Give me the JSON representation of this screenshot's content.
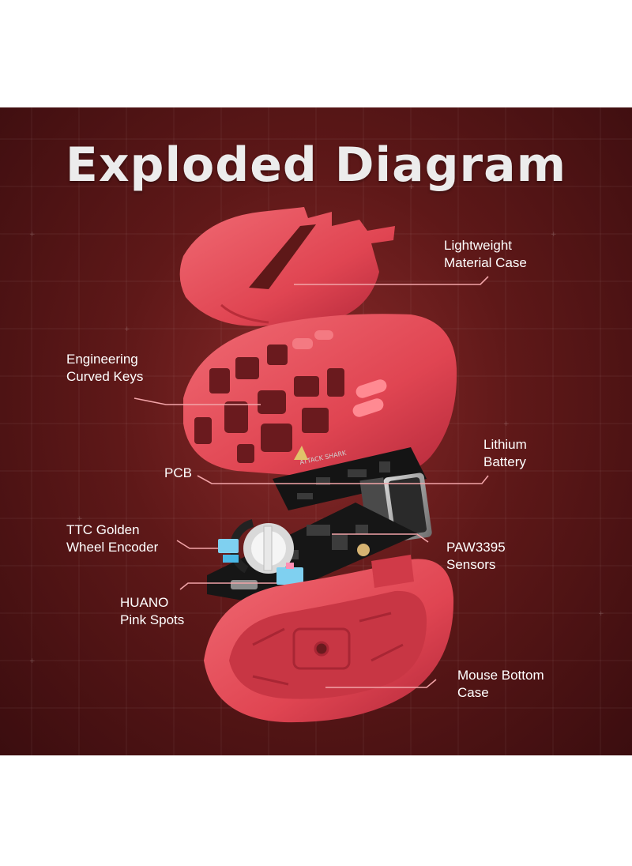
{
  "title": "Exploded Diagram",
  "labels": {
    "case": [
      "Lightweight",
      "Material Case"
    ],
    "keys": [
      "Engineering",
      "Curved Keys"
    ],
    "battery": [
      "Lithium",
      "Battery"
    ],
    "pcb": [
      "PCB"
    ],
    "encoder": [
      "TTC Golden",
      "Wheel Encoder"
    ],
    "sensor": [
      "PAW3395",
      "Sensors"
    ],
    "spots": [
      "HUANO",
      "Pink Spots"
    ],
    "bottom": [
      "Mouse Bottom",
      "Case"
    ]
  },
  "logo_text": "ATTACK SHARK",
  "colors": {
    "shell": "#e34a55",
    "shell_dark": "#b92d39",
    "leader": "#f2a4a8",
    "pcb": "#141414"
  }
}
